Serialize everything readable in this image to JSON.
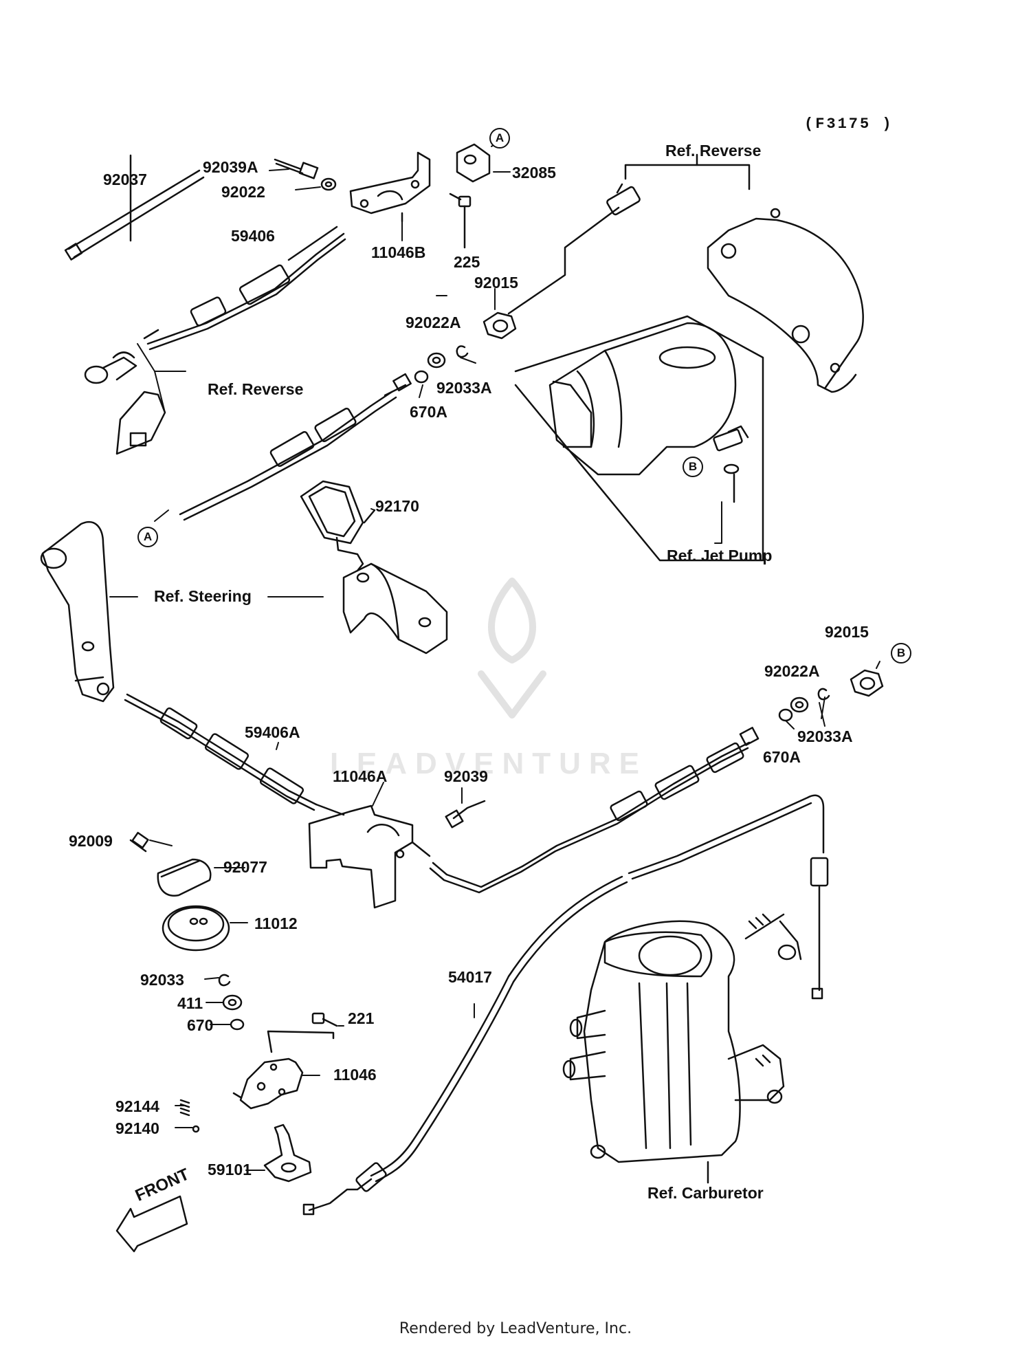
{
  "diagram_code": "(F3175 )",
  "watermark_text": "LEADVENTURE",
  "footer_text": "Rendered by LeadVenture, Inc.",
  "front_label": "FRONT",
  "markers": {
    "a": "A",
    "b": "B"
  },
  "part_labels": {
    "p92037": "92037",
    "p92039A": "92039A",
    "p92022": "92022",
    "p32085": "32085",
    "p11046B": "11046B",
    "p225": "225",
    "p59406": "59406",
    "p92015_top": "92015",
    "p92022A_top": "92022A",
    "p92033A_top": "92033A",
    "p670A_top": "670A",
    "p92170": "92170",
    "p92015_right": "92015",
    "p92022A_right": "92022A",
    "p92033A_right": "92033A",
    "p670A_right": "670A",
    "p59406A": "59406A",
    "p11046A": "11046A",
    "p92039": "92039",
    "p92009": "92009",
    "p92077": "92077",
    "p11012": "11012",
    "p54017": "54017",
    "p92033": "92033",
    "p411": "411",
    "p670": "670",
    "p221": "221",
    "p11046": "11046",
    "p92144": "92144",
    "p92140": "92140",
    "p59101": "59101"
  },
  "ref_labels": {
    "reverse_top": "Ref. Reverse",
    "reverse_left": "Ref. Reverse",
    "jet_pump": "Ref. Jet Pump",
    "steering": "Ref. Steering",
    "carburetor": "Ref. Carburetor"
  }
}
